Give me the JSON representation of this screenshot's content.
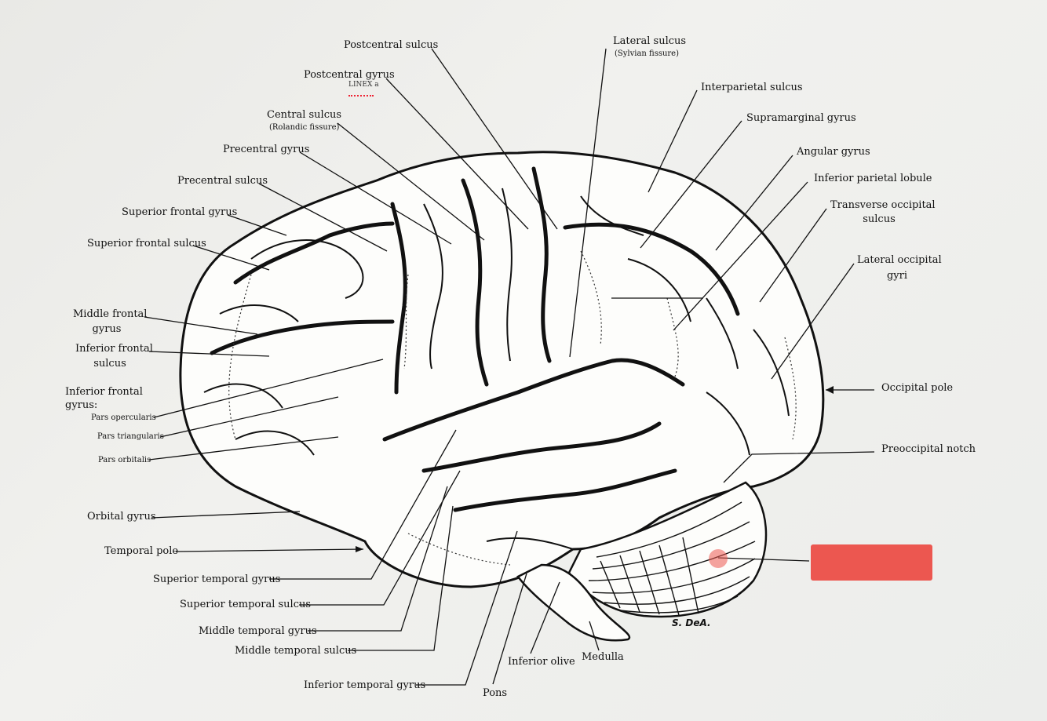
{
  "labels": {
    "postcentral_sulcus": "Postcentral sulcus",
    "postcentral_gyrus": "Postcentral gyrus",
    "central_sulcus": "Central sulcus",
    "rolandic_fissure": "(Rolandic fissure)",
    "precentral_gyrus": "Precentral gyrus",
    "precentral_sulcus": "Precentral sulcus",
    "superior_frontal_gyrus": "Superior frontal gyrus",
    "superior_frontal_sulcus": "Superior frontal sulcus",
    "middle_frontal_gyrus_1": "Middle frontal",
    "middle_frontal_gyrus_2": "gyrus",
    "inferior_frontal_sulcus_1": "Inferior frontal",
    "inferior_frontal_sulcus_2": "sulcus",
    "inferior_frontal_gyrus_1": "Inferior frontal",
    "inferior_frontal_gyrus_2": "gyrus:",
    "pars_opercularis": "Pars opercularis",
    "pars_triangularis": "Pars triangularis",
    "pars_orbitalis": "Pars orbitalis",
    "orbital_gyrus": "Orbital gyrus",
    "temporal_pole": "Temporal pole",
    "superior_temporal_gyrus": "Superior temporal gyrus",
    "superior_temporal_sulcus": "Superior temporal sulcus",
    "middle_temporal_gyrus": "Middle temporal gyrus",
    "middle_temporal_sulcus": "Middle temporal sulcus",
    "inferior_temporal_gyrus": "Inferior temporal gyrus",
    "pons": "Pons",
    "inferior_olive": "Inferior olive",
    "medulla": "Medulla",
    "lateral_sulcus": "Lateral sulcus",
    "sylvian_fissure": "(Sylvian fissure)",
    "interparietal_sulcus": "Interparietal sulcus",
    "supramarginal_gyrus": "Supramarginal gyrus",
    "angular_gyrus": "Angular gyrus",
    "inferior_parietal_lobule": "Inferior parietal lobule",
    "transverse_occipital_sulcus_1": "Transverse occipital",
    "transverse_occipital_sulcus_2": "sulcus",
    "lateral_occipital_gyri_1": "Lateral occipital",
    "lateral_occipital_gyri_2": "gyri",
    "occipital_pole": "Occipital pole",
    "preoccipital_notch": "Preoccipital notch"
  },
  "signature": "S. DeA.",
  "handwritten_mark": "LINEX a",
  "colors": {
    "mask": "#ec5750",
    "line": "#111111"
  }
}
